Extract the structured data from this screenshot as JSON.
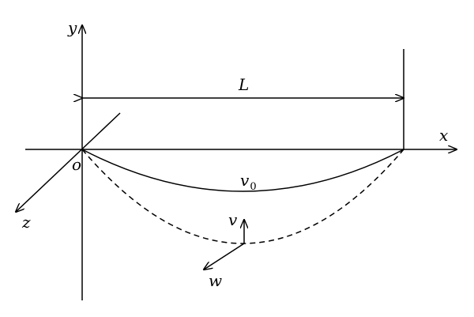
{
  "labels": {
    "y_axis": "y",
    "x_axis": "x",
    "z_axis": "z",
    "origin": "o",
    "length": "L",
    "deflection_base": "v",
    "deflection_sub": "0",
    "local_v": "v",
    "local_w": "w"
  },
  "colors": {
    "stroke": "#000000",
    "background": "#ffffff"
  }
}
